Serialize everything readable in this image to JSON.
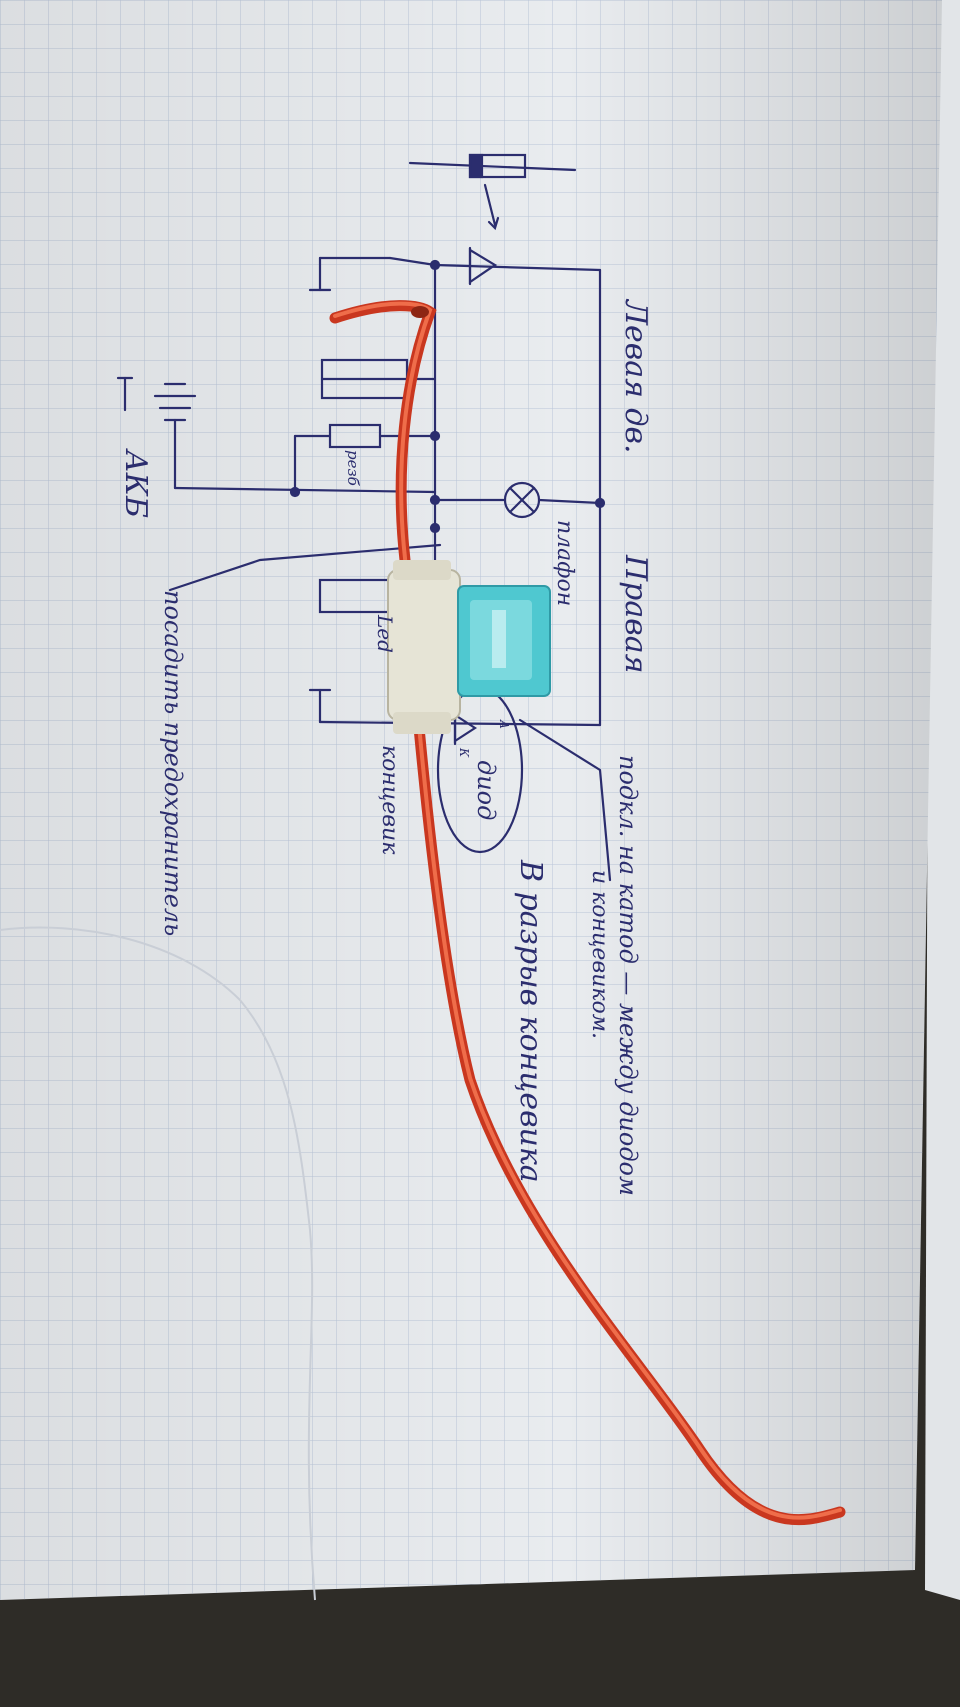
{
  "labels": {
    "left_door": "Левая дв.",
    "right_door": "Правая",
    "plafond": "плафон",
    "battery": "АКБ",
    "resistor": "резб",
    "led": "Led",
    "diode": "диод",
    "limit_switch": "концевик",
    "anode_mark": "А",
    "cathode_mark": "К",
    "break_note": "В разрыв концевика",
    "connect_note_1": "подкл. на катод — между диодом",
    "connect_note_2": "и концевиком.",
    "fuse_note": "посадить предохранитель"
  },
  "colors": {
    "paper": "#e9ecef",
    "grid": "#b7c3d6",
    "ink": "#2b2d6e",
    "wire": "#e0492b",
    "fuse": "#4fc8d0",
    "holder": "#e6e4d6",
    "table": "#2b2a26"
  }
}
